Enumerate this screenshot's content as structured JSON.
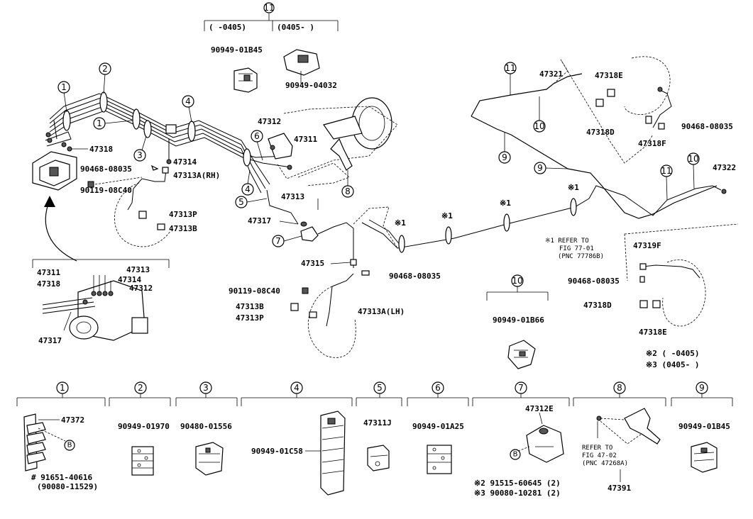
{
  "callouts": {
    "c1a": "1",
    "c1b": "1",
    "c2": "2",
    "c3": "3",
    "c4a": "4",
    "c4b": "4",
    "c5": "5",
    "c6": "6",
    "c7": "7",
    "c8": "8",
    "c9a": "9",
    "c9b": "9",
    "c10a": "10",
    "c10b": "10",
    "c10c": "10",
    "c11a": "11",
    "c11b": "11",
    "c11c": "11",
    "legend1": "1",
    "legend2": "2",
    "legend3": "3",
    "legend4": "4",
    "legend5": "5",
    "legend6": "6",
    "legend7": "7",
    "legend8": "8",
    "legend9": "9",
    "legend10": "10",
    "legend11": "11",
    "B1": "B",
    "B2": "B"
  },
  "labels": {
    "p47318": "47318",
    "p90468a": "90468-08035",
    "p90119a": "90119-08C40",
    "p47313P_rh": "47313P",
    "p47313B_rh": "47313B",
    "p47314": "47314",
    "p47313A_rh": "47313A(RH)",
    "p47312": "47312",
    "p47311": "47311",
    "p47313": "47313",
    "p47317": "47317",
    "p47315": "47315",
    "p90468b": "90468-08035",
    "p90119b": "90119-08C40",
    "p47313B_lh": "47313B",
    "p47313P_lh": "47313P",
    "p47313A_lh": "47313A(LH)",
    "m47311": "47311",
    "m47313": "47313",
    "m47318": "47318",
    "m47314": "47314",
    "m47312": "47312",
    "m47317": "47317",
    "p47321": "47321",
    "p47318E_top": "47318E",
    "p47318D_top": "47318D",
    "p47318F_top": "47318F",
    "p90468c": "90468-08035",
    "p47322": "47322",
    "p47319F": "47319F",
    "p90468d": "90468-08035",
    "p47318D_bot": "47318D",
    "p47318E_bot": "47318E",
    "ref1a": "※1 REFER TO",
    "ref1b": "FIG 77-01",
    "ref1c": "(PNC 77786B)",
    "note2": "※2 (     -0405)",
    "note3": "※3 (0405-     )",
    "star1a": "※1",
    "star1b": "※1",
    "star1c": "※1",
    "star1d": "※1",
    "g11_range1": "(    -0405)",
    "g11_range2": "(0405-     )",
    "g11_p1": "90949-01B45",
    "g11_p2": "90949-04032",
    "g10_p": "90949-01B66",
    "l1_p": "47372",
    "l1_hash": "# 91651-40616",
    "l1_alt": "(90080-11529)",
    "l2_p": "90949-01970",
    "l3_p": "90480-01556",
    "l4_p": "90949-01C58",
    "l5_p": "47311J",
    "l6_p": "90949-01A25",
    "l7_p": "47312E",
    "l7_a": "※2 91515-60645 (2)",
    "l7_b": "※3 90080-10281 (2)",
    "l8_r1": "REFER TO",
    "l8_r2": "FIG 47-02",
    "l8_r3": "(PNC 47268A)",
    "l8_p": "47391",
    "l9_p": "90949-01B45"
  }
}
